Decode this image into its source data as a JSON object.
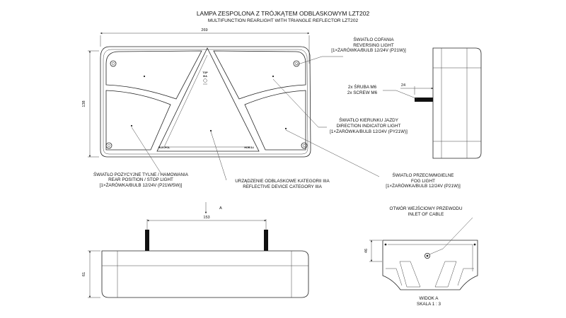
{
  "title": {
    "main": "LAMPA ZESPOLONA Z TRÓJKĄTEM ODBLASKOWYM LZT202",
    "sub": "MULTIFUNCTION REARLIGHT WITH TRIANGLE REFLECTOR LZT202"
  },
  "dimensions": {
    "width": "269",
    "height": "138",
    "depth": "24",
    "bolt_spacing": "153",
    "bottom_height": "61",
    "view_a_height": "46"
  },
  "view_marker": "A",
  "lamp_marks": {
    "top": "TOP",
    "top_code": "IIIA",
    "left_bottom": "HOR-POL",
    "right_bottom": "HOR-14"
  },
  "callouts": {
    "reversing": [
      "ŚWIATŁO COFANIA",
      "REVERSING LIGHT",
      "[1×ŻARÓWKA/BULB 12/24V (P21W)]"
    ],
    "screw": [
      "2x ŚRUBA M6",
      "2x SCREW M6"
    ],
    "indicator": [
      "ŚWIATŁO KIERUNKU JAZDY",
      "DIRECTION INDICATOR LIGHT",
      "[1×ŻARÓWKA/BULB 12/24V (PY21W)]"
    ],
    "position": [
      "ŚWIATŁO POZYCYJNE TYLNE / HAMOWANIA",
      "REAR POSITION / STOP LIGHT",
      "[1×ŻARÓWKA/BULB 12/24V (P21W/5W)]"
    ],
    "reflector": [
      "URZĄDZENIE ODBLASKOWE KATEGORII IIIA",
      "REFLECTIVE DEVICE CATEGORY IIIA"
    ],
    "fog": [
      "ŚWIATŁO PRZECIWMGIELNE",
      "FOG LIGHT",
      "[1×ŻARÓWKA/BULB 12/24V (P21W)]"
    ],
    "inlet": [
      "OTWÓR WEJŚCIOWY PRZEWODU",
      "INLET OF CABLE"
    ]
  },
  "view_a_label": [
    "WIDOK A",
    "SKALA 1 : 3"
  ]
}
